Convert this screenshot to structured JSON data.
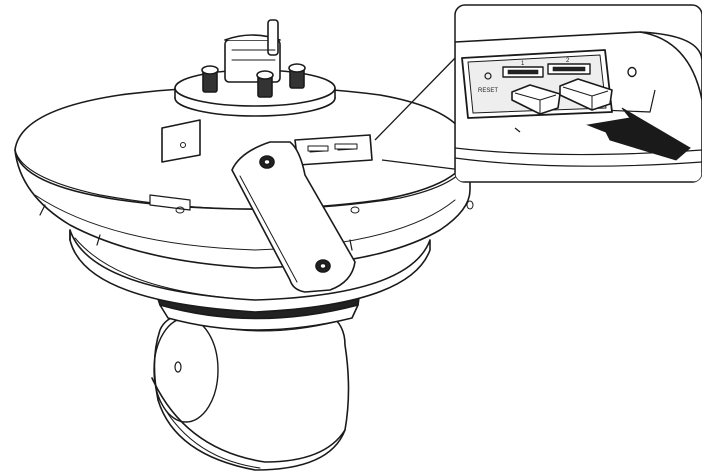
{
  "callout": {
    "slot_label": "RESET",
    "port_labels": [
      "1",
      "2"
    ]
  },
  "colors": {
    "line": "#1a1a1a",
    "fill": "#ffffff",
    "shade": "#e8e8e8",
    "dark": "#222222"
  },
  "parts": {
    "cover_state": "open",
    "cards_inserted": 2,
    "arrow_direction": "insert"
  }
}
